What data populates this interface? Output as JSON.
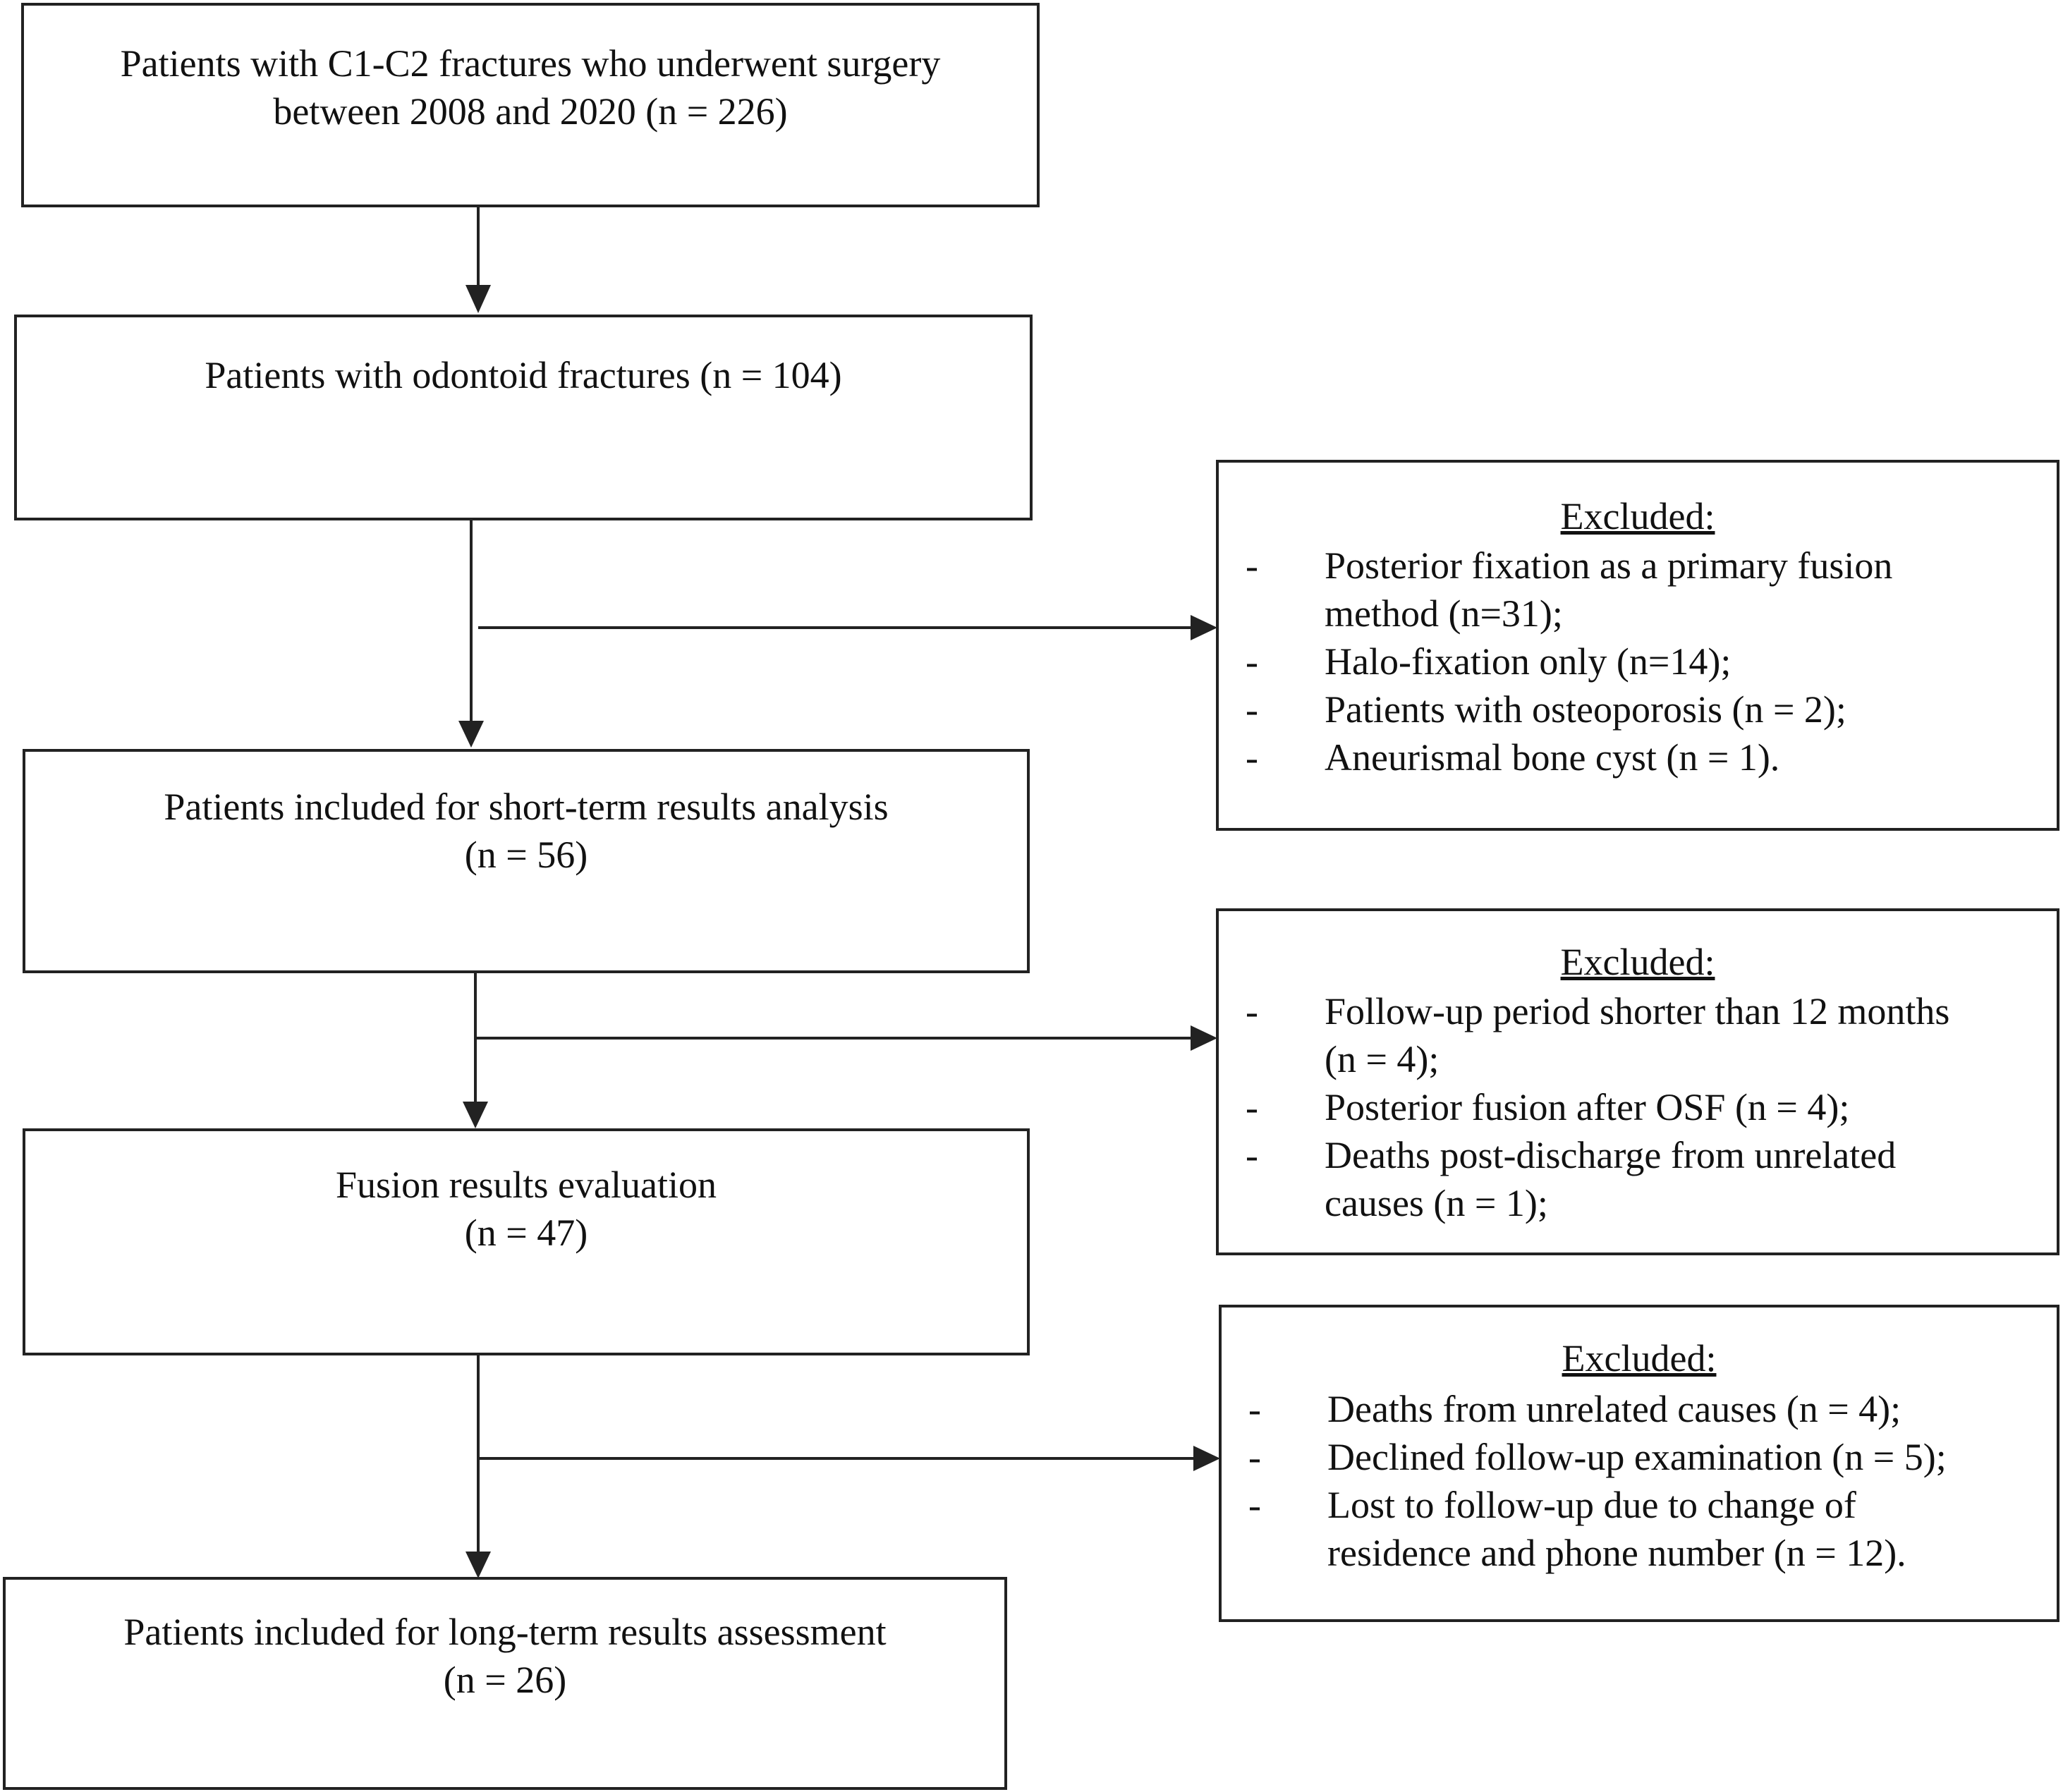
{
  "main_boxes": [
    {
      "id": "box-initial",
      "lines": [
        "Patients with C1-C2 fractures who underwent surgery",
        "between 2008 and 2020 (n = 226)"
      ]
    },
    {
      "id": "box-odontoid",
      "lines": [
        "Patients with odontoid fractures (n = 104)"
      ]
    },
    {
      "id": "box-short-term",
      "lines": [
        "Patients included for short-term results analysis",
        "(n = 56)"
      ]
    },
    {
      "id": "box-fusion",
      "lines": [
        "Fusion results evaluation",
        "(n = 47)"
      ]
    },
    {
      "id": "box-long-term",
      "lines": [
        "Patients included for long-term results assessment",
        "(n = 26)"
      ]
    }
  ],
  "exclusion_boxes": [
    {
      "title": "Excluded:",
      "bullet": "-",
      "items": [
        [
          "Posterior fixation as a primary fusion",
          "method (n=31);"
        ],
        [
          "Halo-fixation only (n=14);"
        ],
        [
          "Patients with osteoporosis (n = 2);"
        ],
        [
          "Aneurismal bone cyst (n = 1)."
        ]
      ]
    },
    {
      "title": "Excluded:",
      "bullet": "-",
      "items": [
        [
          "Follow-up period shorter than 12 months",
          "(n = 4);"
        ],
        [
          "Posterior fusion after OSF (n = 4);"
        ],
        [
          "Deaths post-discharge from unrelated",
          "causes (n = 1);"
        ]
      ]
    },
    {
      "title": "Excluded:",
      "bullet": "-",
      "items": [
        [
          "Deaths from unrelated causes (n = 4);"
        ],
        [
          "Declined follow-up examination (n = 5);"
        ],
        [
          "Lost to follow-up due to change of",
          "residence and phone number (n = 12)."
        ]
      ]
    }
  ]
}
